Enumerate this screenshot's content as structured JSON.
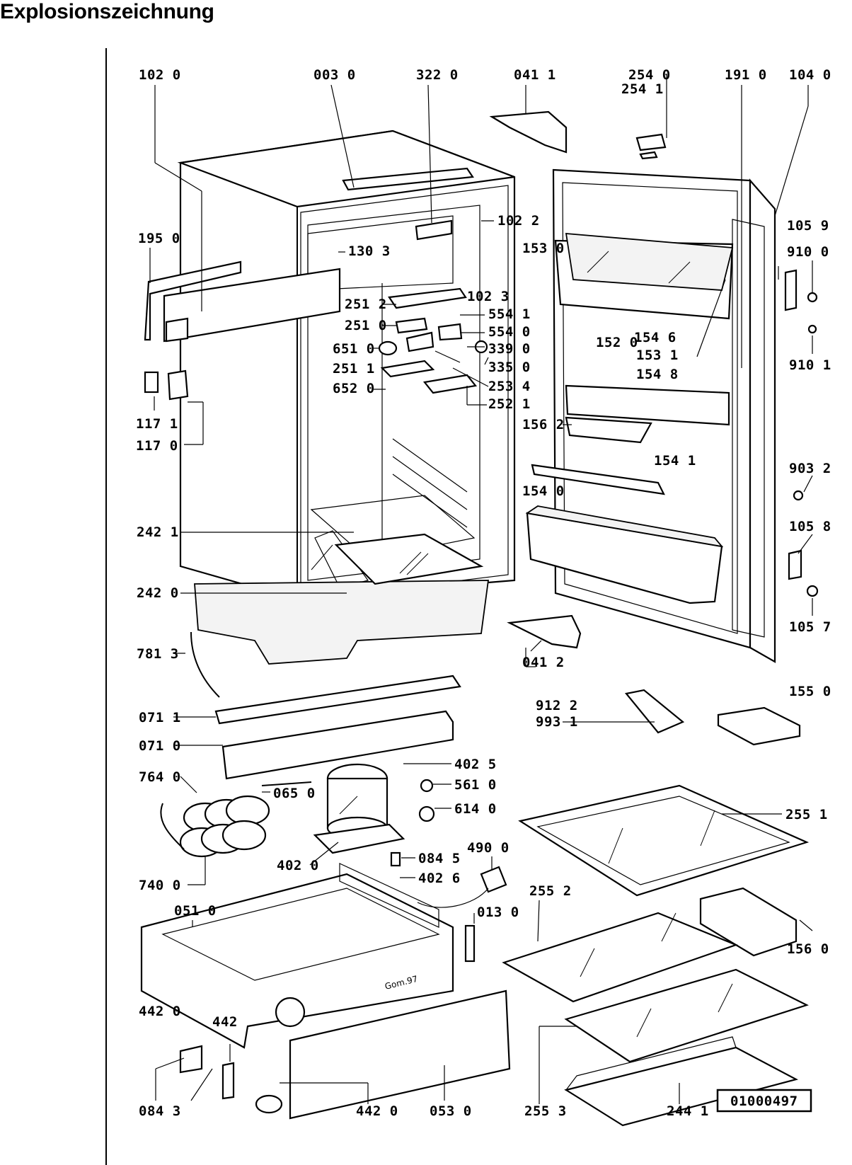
{
  "title": "Explosionszeichnung",
  "drawing_number": "01000497",
  "signature": "Gom.97",
  "labels": {
    "p1020": "102 0",
    "p0030": "003 0",
    "p3220": "322 0",
    "p0411": "041 1",
    "p2540": "254 0",
    "p2541": "254 1",
    "p1910": "191 0",
    "p1040": "104 0",
    "p1950": "195 0",
    "p1303": "130 3",
    "p1022": "102 2",
    "p1530": "153 0",
    "p1059": "105 9",
    "p9100": "910 0",
    "p1023": "102 3",
    "p2512": "251 2",
    "p5541": "554 1",
    "p2510": "251 0",
    "p5540": "554 0",
    "p6510": "651 0",
    "p3390": "339 0",
    "p1520": "152 0",
    "p1546": "154 6",
    "p1531": "153 1",
    "p9101": "910 1",
    "p2511": "251 1",
    "p3350": "335 0",
    "p6520": "652 0",
    "p2534": "253 4",
    "p1548": "154 8",
    "p1171": "117 1",
    "p2521": "252 1",
    "p1562": "156 2",
    "p1170": "117 0",
    "p1541": "154 1",
    "p9032": "903 2",
    "p1540": "154 0",
    "p2421": "242 1",
    "p1058": "105 8",
    "p2420": "242 0",
    "p1057": "105 7",
    "p7813": "781 3",
    "p0412": "041 2",
    "p9122": "912 2",
    "p1550": "155 0",
    "p0711": "071 1",
    "p9931": "993 1",
    "p0710": "071 0",
    "p4025": "402 5",
    "p7640": "764 0",
    "p5610": "561 0",
    "p0650": "065 0",
    "p6140": "614 0",
    "p2551": "255 1",
    "p4020": "402 0",
    "p0845": "084 5",
    "p4900": "490 0",
    "p7400": "740 0",
    "p4026": "402 6",
    "p2552": "255 2",
    "p0510": "051 0",
    "p0130": "013 0",
    "p1560": "156 0",
    "p4420a": "442 0",
    "p442": "442",
    "p0843": "084 3",
    "p4420b": "442 0",
    "p0530": "053 0",
    "p2553": "255 3",
    "p2441": "244 1"
  }
}
